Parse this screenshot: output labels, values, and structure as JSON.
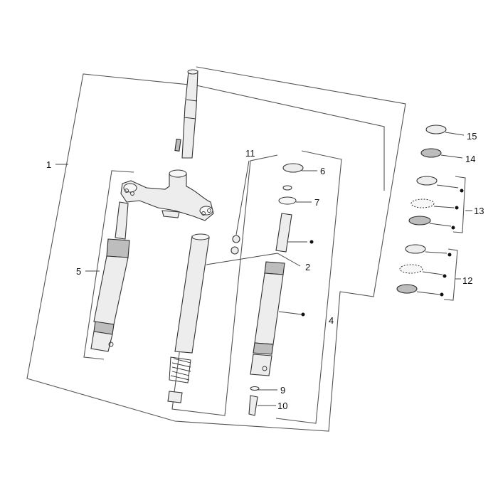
{
  "callouts": {
    "c1": "1",
    "c2": "2",
    "c4": "4",
    "c5": "5",
    "c6": "6",
    "c7": "7",
    "c9": "9",
    "c10": "10",
    "c11": "11",
    "c12": "12",
    "c13": "13",
    "c14": "14",
    "c15": "15"
  }
}
